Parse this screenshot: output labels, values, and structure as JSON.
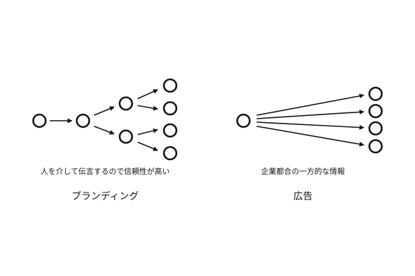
{
  "colors": {
    "stroke": "#111111",
    "background": "#ffffff"
  },
  "branding": {
    "caption": "人を介して伝言するので信頼性が高い",
    "title": "ブランディング"
  },
  "advertising": {
    "caption": "企業都合の一方的な情報",
    "title": "広告"
  }
}
